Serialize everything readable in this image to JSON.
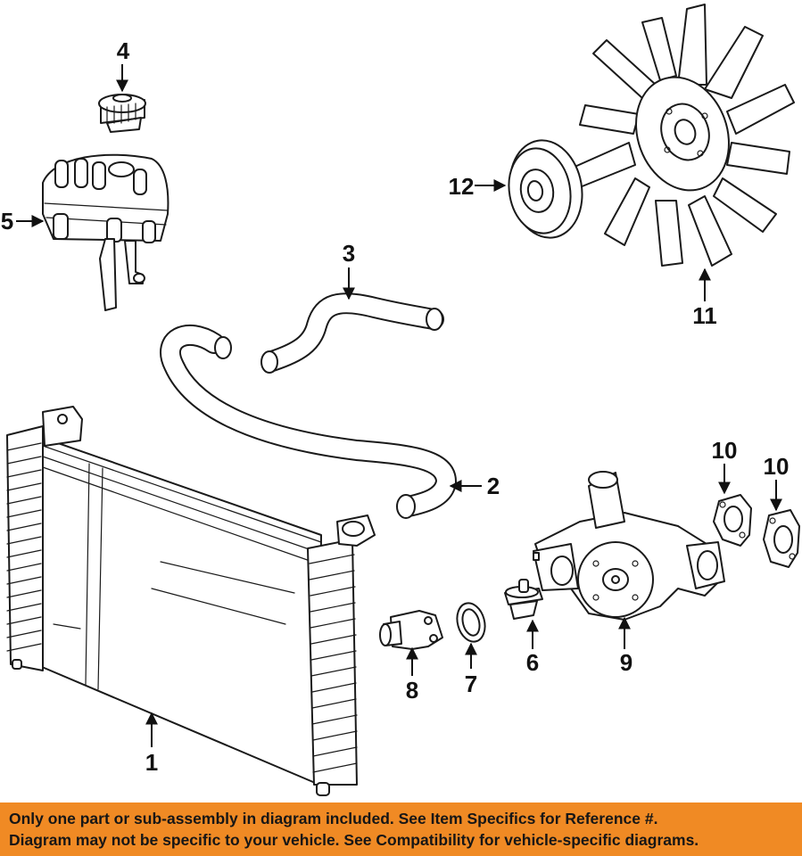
{
  "diagram": {
    "callouts": {
      "radiator": "1",
      "lower_hose": "2",
      "upper_hose": "3",
      "reservoir_cap": "4",
      "reservoir": "5",
      "thermostat": "6",
      "thermostat_gasket": "7",
      "thermostat_housing": "8",
      "water_pump": "9",
      "pump_gasket_a": "10",
      "pump_gasket_b": "10",
      "fan": "11",
      "pulley": "12"
    }
  },
  "banner": {
    "line1": "Only one part or sub-assembly in diagram included. See Item Specifics for Reference #.",
    "line2": "Diagram may not be specific to your vehicle. See Compatibility for vehicle-specific diagrams.",
    "color": "#f08a24"
  }
}
